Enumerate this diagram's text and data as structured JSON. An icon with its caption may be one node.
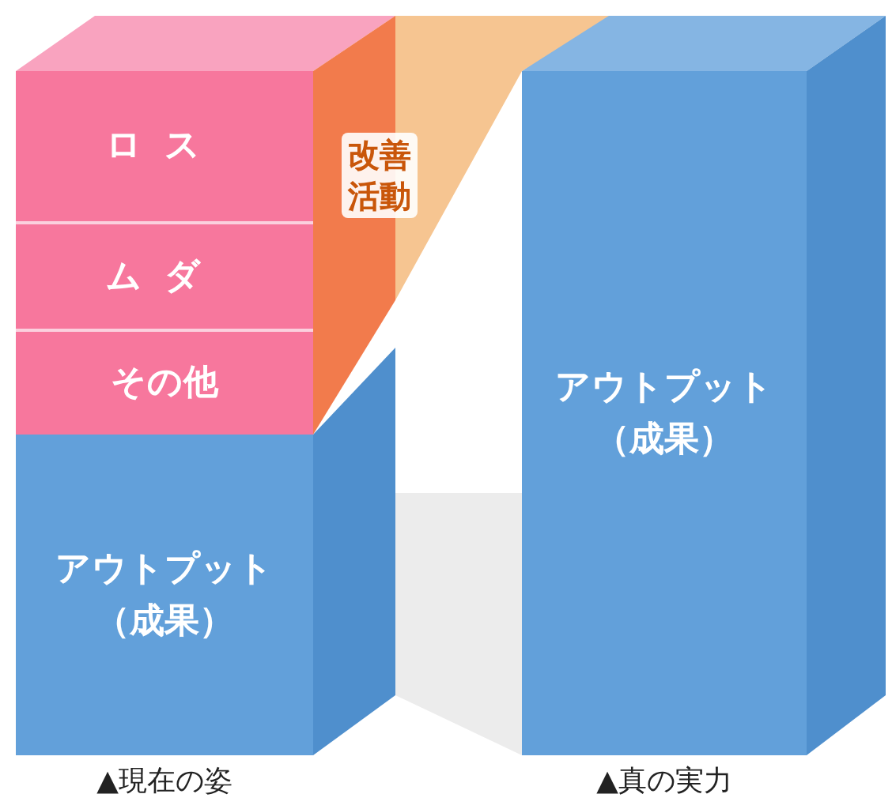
{
  "diagram": {
    "nodes": [
      {
        "text": [
          "ロス"
        ]
      },
      {
        "text": [
          "ムダ"
        ]
      },
      {
        "text": [
          "その他"
        ]
      },
      {
        "text": [
          "改善活動"
        ]
      },
      {
        "text": [
          "アウトプット（成果）"
        ]
      },
      {
        "text": [
          "アウトプット（成果）"
        ]
      }
    ],
    "labels": [
      "▲現在の姿",
      "▲真の実力"
    ]
  }
}
